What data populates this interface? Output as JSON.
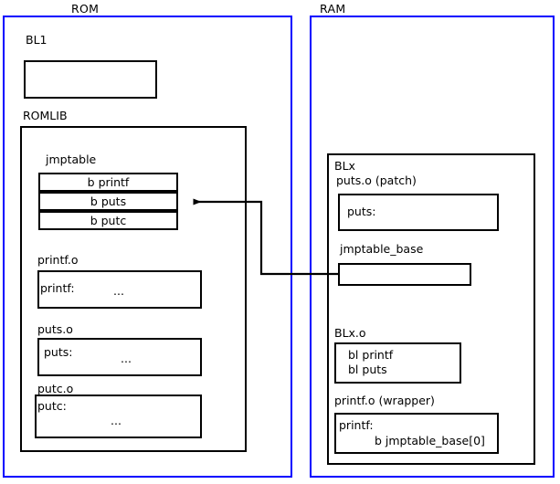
{
  "diagram": {
    "title": "ROMLIB jump table patching diagram",
    "accent_color": "#0000ff",
    "line_color": "#000000",
    "background": "#ffffff"
  },
  "rom": {
    "label": "ROM",
    "bl1": {
      "label": "BL1",
      "body": ""
    },
    "romlib": {
      "label": "ROMLIB",
      "jmptable": {
        "label": "jmptable",
        "entries": [
          {
            "text": "b printf"
          },
          {
            "text": "b puts"
          },
          {
            "text": "b putc"
          }
        ]
      },
      "objects": [
        {
          "label": "printf.o",
          "symbol": "printf:",
          "body": "..."
        },
        {
          "label": "puts.o",
          "symbol": "puts:",
          "body": "..."
        },
        {
          "label": "putc.o",
          "symbol": "putc:",
          "body": "..."
        }
      ]
    }
  },
  "ram": {
    "label": "RAM",
    "blx": {
      "label": "BLx",
      "patch": {
        "label": "puts.o (patch)",
        "symbol": "puts:"
      },
      "jmptable_base": {
        "label": "jmptable_base",
        "body": ""
      },
      "blx_o": {
        "label": "BLx.o",
        "lines": [
          "bl printf",
          "bl puts"
        ]
      },
      "wrapper": {
        "label": "printf.o (wrapper)",
        "symbol": "printf:",
        "instruction": "b jmptable_base[0]"
      }
    }
  },
  "connector": {
    "name": "jmptable-base-to-b-puts-arrow",
    "from": "jmptable_base",
    "to": "b puts"
  }
}
